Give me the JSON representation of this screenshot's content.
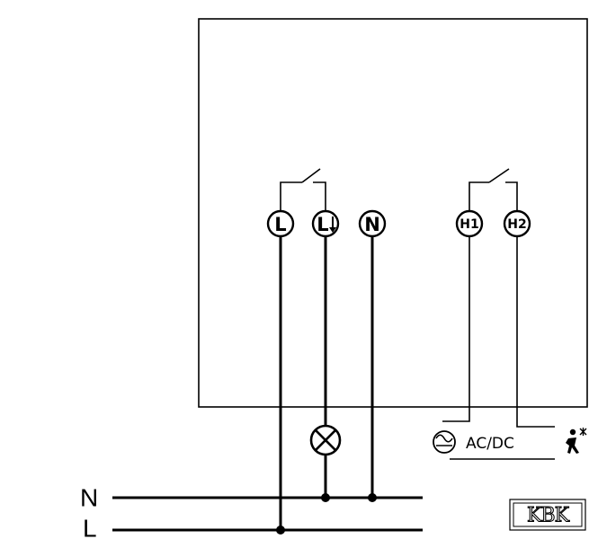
{
  "terminals": {
    "L": "L",
    "L_out": "L",
    "N": "N",
    "H1": "H1",
    "H2": "H2"
  },
  "bus": {
    "N_label": "N",
    "L_label": "L"
  },
  "sensor_label": "AC/DC",
  "logo_text": "KBK",
  "icons": [
    "relay-contact-icon",
    "lamp-icon",
    "arrow-down-icon",
    "ac-dc-source-icon",
    "person-motion-icon"
  ]
}
